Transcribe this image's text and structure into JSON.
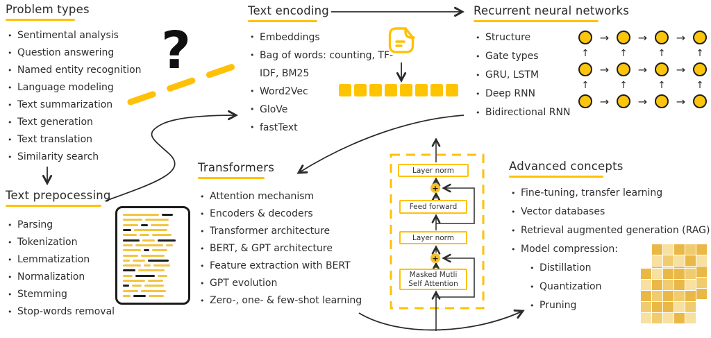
{
  "colors": {
    "accent_yellow": "#FFC107",
    "square_yellow": "#FFC400",
    "node_yellow": "#FBC40D",
    "ink": "#2b2b2b"
  },
  "decorations": {
    "question_mark": "?"
  },
  "sections": {
    "problem_types": {
      "title": "Problem types",
      "items": [
        "Sentimental analysis",
        "Question answering",
        "Named entity recognition",
        "Language modeling",
        "Text summarization",
        "Text generation",
        "Text translation",
        "Similarity search"
      ]
    },
    "text_preprocessing": {
      "title": "Text prepocessing",
      "items": [
        "Parsing",
        "Tokenization",
        "Lemmatization",
        "Normalization",
        "Stemming",
        "Stop-words removal"
      ]
    },
    "text_encoding": {
      "title": "Text encoding",
      "items": [
        "Embeddings",
        "Bag of words: counting, TF-IDF, BM25",
        "Word2Vec",
        "GloVe",
        "fastText"
      ]
    },
    "recurrent_neural_networks": {
      "title": "Recurrent neural networks",
      "items": [
        "Structure",
        "Gate types",
        "GRU, LSTM",
        "Deep RNN",
        "Bidirectional RNN"
      ]
    },
    "transformers": {
      "title": "Transformers",
      "items": [
        "Attention mechanism",
        "Encoders & decoders",
        "Transformer architecture",
        "BERT, & GPT architecture",
        "Feature extraction with BERT",
        "GPT evolution",
        "Zero-, one- & few-shot learning"
      ]
    },
    "advanced_concepts": {
      "title": "Advanced concepts",
      "items": [
        {
          "label": "Fine-tuning, transfer learning"
        },
        {
          "label": "Vector databases"
        },
        {
          "label": "Retrieval augmented generation (RAG)"
        },
        {
          "label": "Model compression:"
        },
        {
          "label": "Distillation",
          "indent": 1
        },
        {
          "label": "Quantization",
          "indent": 1
        },
        {
          "label": "Pruning",
          "indent": 1
        }
      ]
    }
  },
  "transformer_block": {
    "box_top": "Layer norm",
    "box_feed_forward": "Feed forward",
    "box_mid": "Layer norm",
    "box_attention_line1": "Masked Mutli",
    "box_attention_line2": "Self Attention",
    "plus": "+"
  }
}
